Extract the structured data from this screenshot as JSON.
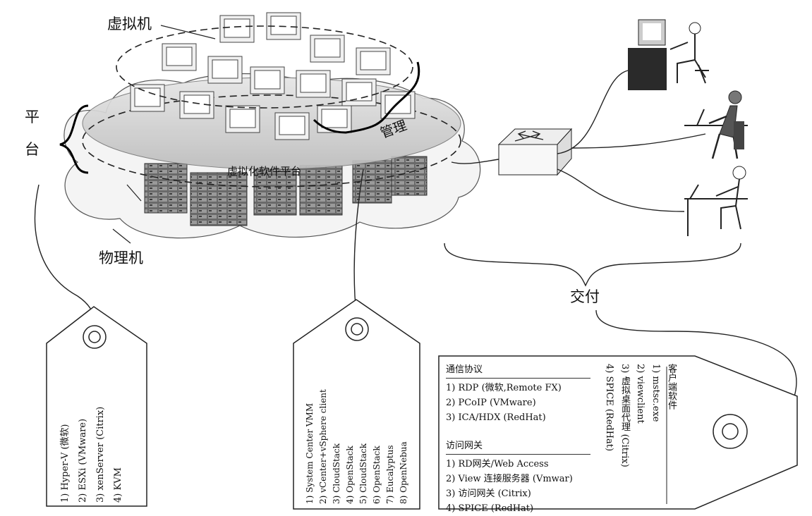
{
  "labels": {
    "vm": "虚拟机",
    "platform_char1": "平",
    "platform_char2": "台",
    "software_platform": "虚拟化软件平台",
    "management": "管理",
    "physical": "物理机",
    "delivery": "交付"
  },
  "tag_platform": {
    "items": [
      "1) Hyper-V (微软)",
      "2) ESXi (VMware)",
      "3) xenServer (Citrix)",
      "4) KVM"
    ]
  },
  "tag_management": {
    "items": [
      "1) System Center VMM",
      "2) vCenter+vSphere client",
      "3) CloudStack",
      "4) OpenStack",
      "5) CloudStack",
      "6) OpenStack",
      "7) Eucalyptus",
      "8) OpenNebua"
    ]
  },
  "tag_delivery": {
    "protocol_title": "通信协议",
    "protocols": [
      "1) RDP (微软,Remote FX)",
      "2) PCoIP (VMware)",
      "3) ICA/HDX (RedHat)"
    ],
    "gateway_title": "访问网关",
    "gateways": [
      "1) RD网关/Web Access",
      "2) View 连接服务器 (Vmwar)",
      "3) 访问网关 (Citrix)",
      "4) SPICE (RedHat)"
    ],
    "client_title": "客户端软件",
    "clients": [
      "1) mstsc.exe",
      "2) viewclient",
      "3) 虚拟桌面代理 (Citrix)",
      "4) SPICE (RedHat)"
    ]
  }
}
